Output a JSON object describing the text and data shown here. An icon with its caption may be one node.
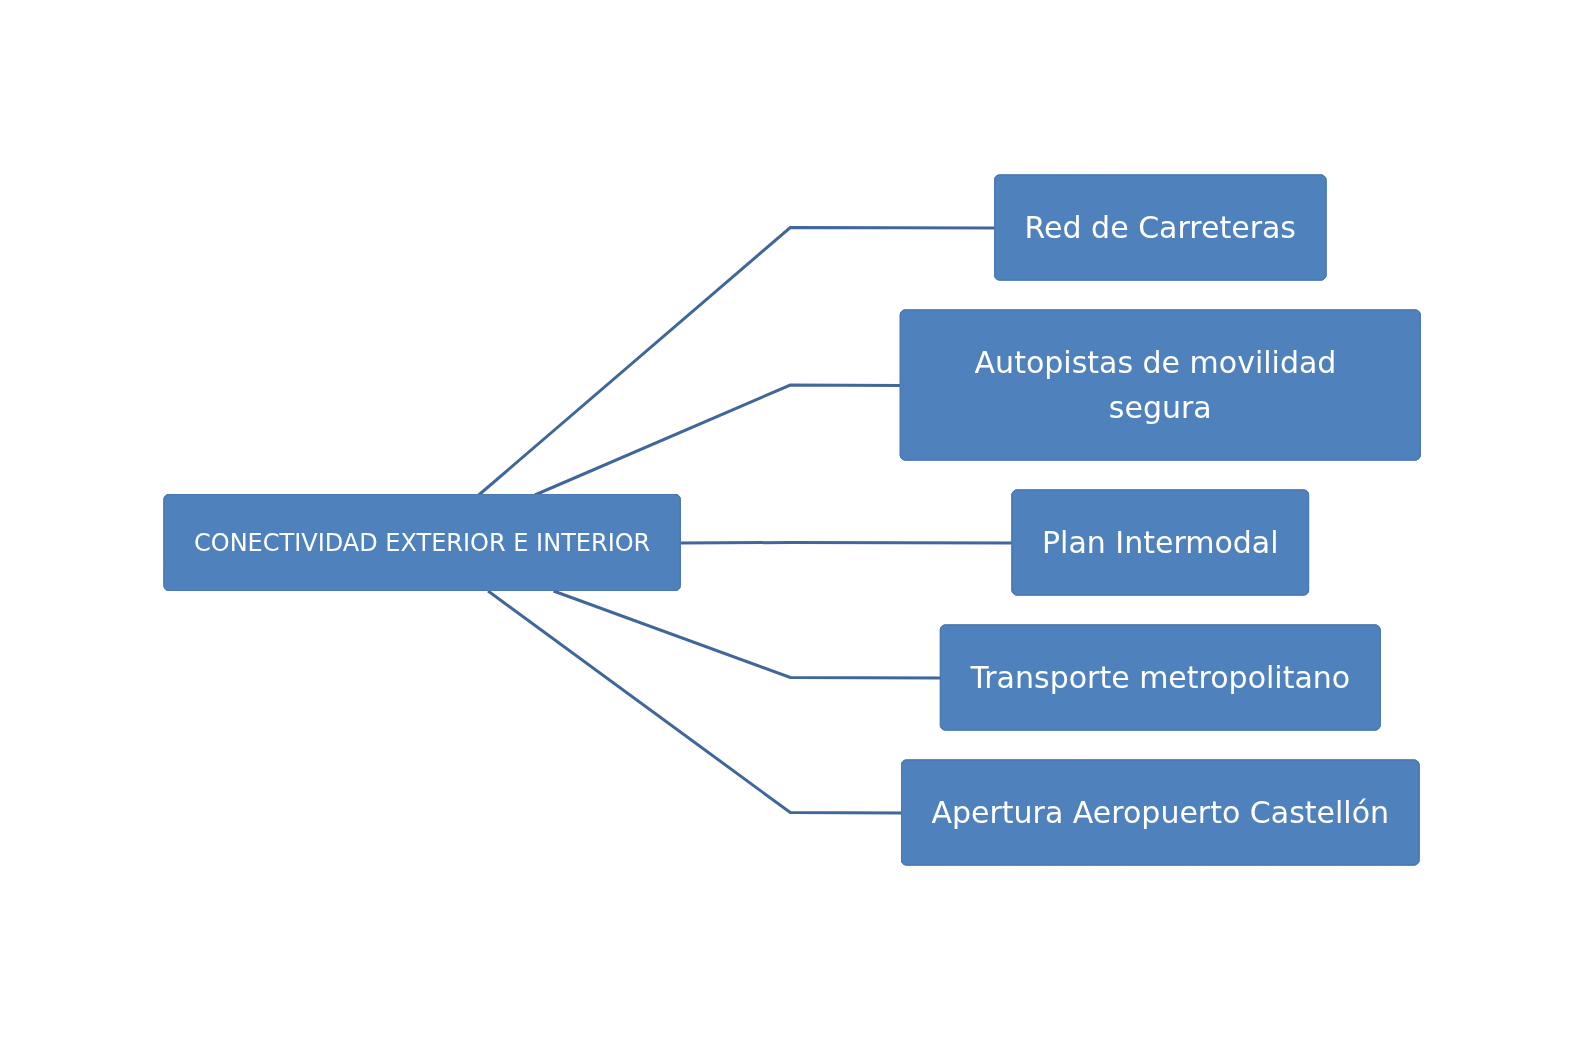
{
  "diagram": {
    "nodes": [
      {
        "text": [
          "CONECTIVIDAD EXTERIOR E INTERIOR"
        ]
      },
      {
        "text": [
          "Red de Carreteras"
        ]
      },
      {
        "text": [
          "Autopistas de movilidad segura"
        ]
      },
      {
        "text": [
          "Plan Intermodal"
        ]
      },
      {
        "text": [
          "Transporte metropolitano"
        ]
      },
      {
        "text": [
          "Apertura Aeropuerto Castellón"
        ]
      }
    ],
    "edges": [
      {
        "from": 0,
        "to": 1,
        "arrow": "none"
      },
      {
        "from": 0,
        "to": 2,
        "arrow": "none"
      },
      {
        "from": 0,
        "to": 3,
        "arrow": "none"
      },
      {
        "from": 0,
        "to": 4,
        "arrow": "none"
      },
      {
        "from": 0,
        "to": 5,
        "arrow": "none"
      }
    ]
  }
}
